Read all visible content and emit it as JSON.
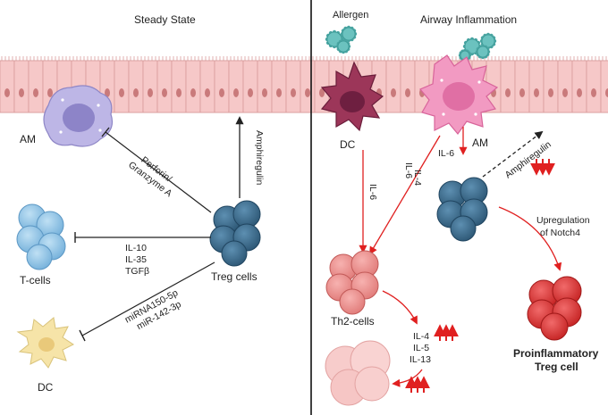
{
  "left_panel": {
    "title": "Steady State",
    "am_label": "AM",
    "tcells_label": "T-cells",
    "dc_label": "DC",
    "treg_label": "Treg cells",
    "amphiregulin": "Amphiregulin",
    "perforin_line1": "Perforin/",
    "perforin_line2": "Granzyme A",
    "il10": "IL-10",
    "il35": "IL-35",
    "tgfb": "TGFβ",
    "mirna1": "miRNA150-5p",
    "mirna2": "miR-142-3p"
  },
  "right_panel": {
    "allergen_label": "Allergen",
    "title": "Airway Inflammation",
    "dc_label": "DC",
    "am_label": "AM",
    "il6_dc": "IL-6",
    "il6_am": "IL-6",
    "il4_am": "IL-4",
    "il6_short": "IL-6",
    "amphiregulin": "Amphiregulin",
    "notch_line1": "Upregulation",
    "notch_line2": "of Notch4",
    "th2_label": "Th2-cells",
    "il4": "IL-4",
    "il5": "IL-5",
    "il13": "IL-13",
    "proinf_line1": "Proinflammatory",
    "proinf_line2": "Treg cell"
  },
  "colors": {
    "epithelium": "#f3c4c4",
    "nucleus": "#c9787a",
    "treg": "#3b6b8c",
    "am": "#b8b2e2",
    "tcell": "#8fc4e6",
    "dc_steady": "#f6e4a8",
    "dc_inflam": "#9c3659",
    "am_inflam": "#f09ac2",
    "allergen": "#5ab5b2",
    "th2": "#ef8a8a",
    "eosinophil": "#f7c7c7",
    "proinflammatory": "#d93636",
    "arrow_red": "#e02020"
  }
}
